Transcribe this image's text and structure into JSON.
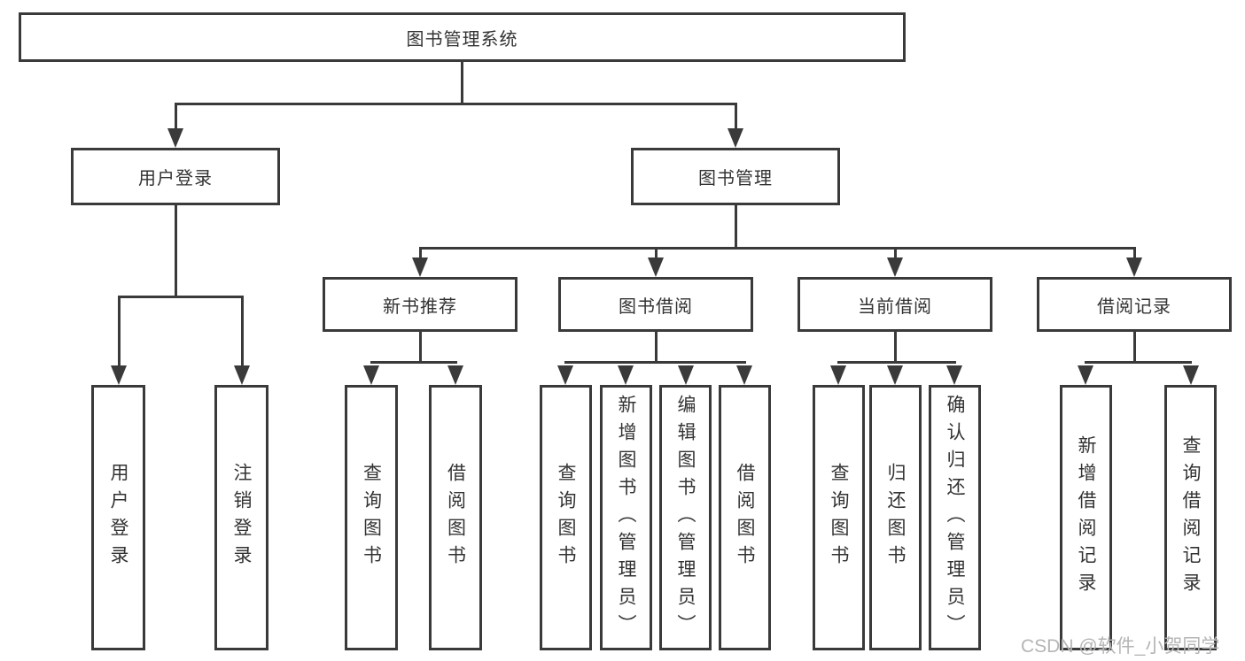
{
  "root": {
    "label": "图书管理系统"
  },
  "level2": [
    {
      "label": "用户登录"
    },
    {
      "label": "图书管理"
    }
  ],
  "level3": [
    {
      "label": "新书推荐"
    },
    {
      "label": "图书借阅"
    },
    {
      "label": "当前借阅"
    },
    {
      "label": "借阅记录"
    }
  ],
  "leaves": {
    "user_login": [
      "用户登录",
      "注销登录"
    ],
    "new_book": [
      "查询图书",
      "借阅图书"
    ],
    "book_borrow": [
      "查询图书",
      "新增图书（管理员）",
      "编辑图书（管理员）",
      "借阅图书"
    ],
    "current_borrow": [
      "查询图书",
      "归还图书",
      "确认归还（管理员）"
    ],
    "borrow_record": [
      "新增借阅记录",
      "查询借阅记录"
    ]
  },
  "watermark": "CSDN @软件_小贺同学",
  "colors": {
    "line": "#3a3a3a",
    "box_fill": "#ffffff",
    "text": "#333333",
    "watermark": "#b5b5b5"
  }
}
